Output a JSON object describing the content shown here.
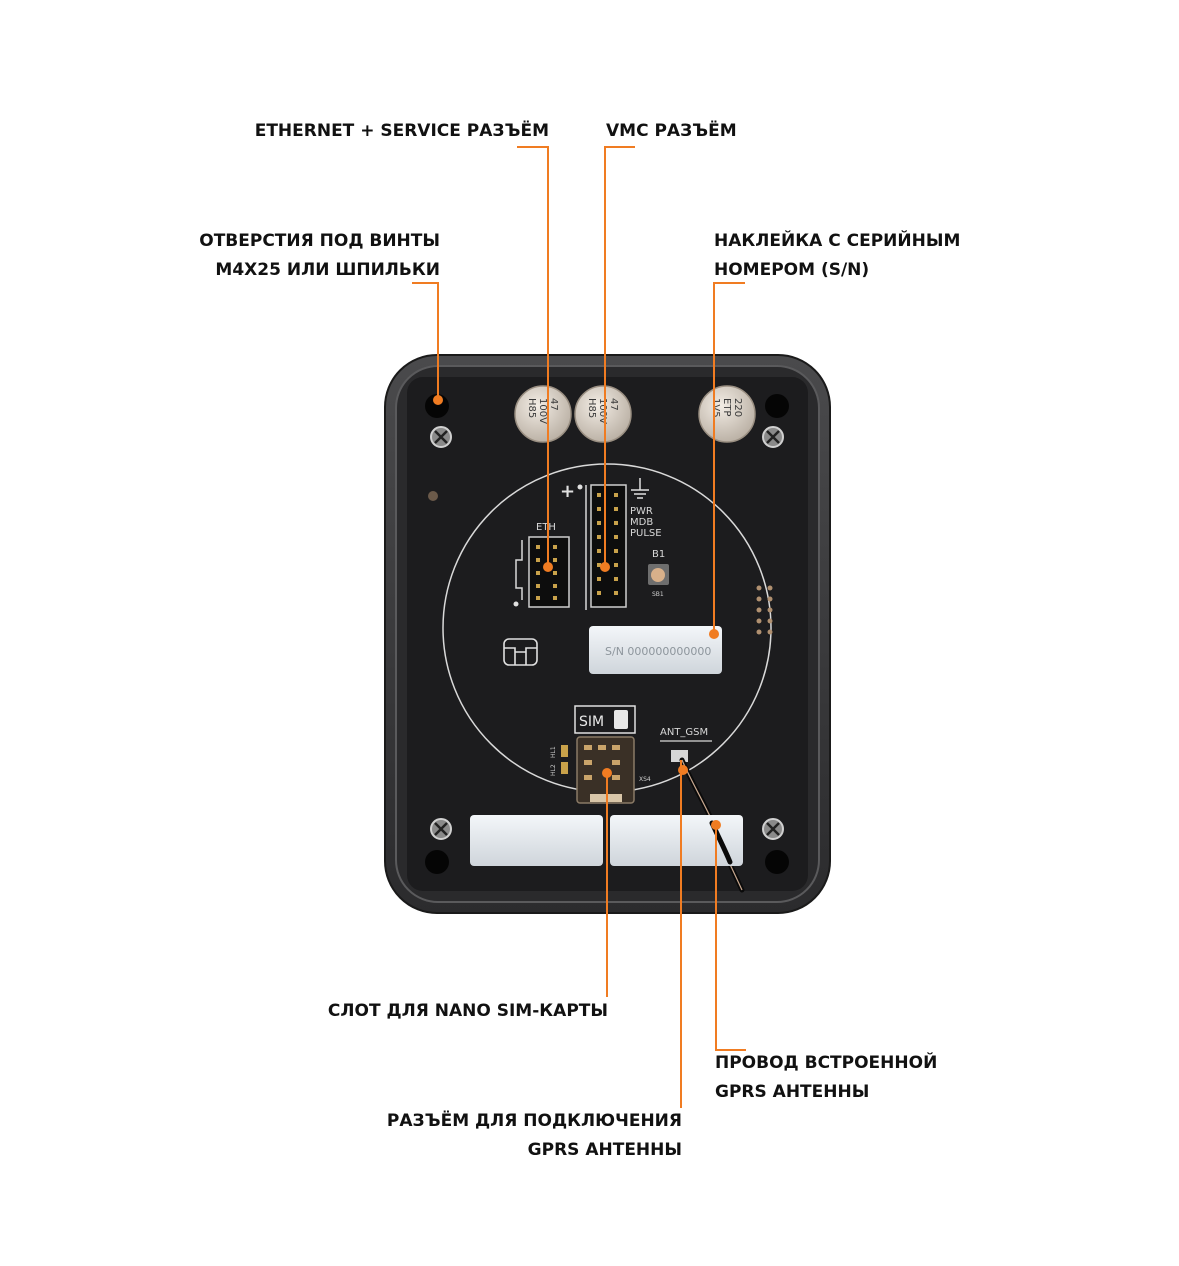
{
  "colors": {
    "accent": "#f07c22",
    "device_frame": "#3a3a3c",
    "device_panel": "#1d1d1f",
    "text": "#111111"
  },
  "callouts": {
    "ethernet": {
      "lines": [
        "ETHERNET + SERVICE РАЗЪЁМ"
      ]
    },
    "vmc": {
      "lines": [
        "VMC РАЗЪЁМ"
      ]
    },
    "holes": {
      "lines": [
        "ОТВЕРСТИЯ ПОД ВИНТЫ",
        "М4Х25 ИЛИ ШПИЛЬКИ"
      ]
    },
    "sticker": {
      "lines": [
        "НАКЛЕЙКА С СЕРИЙНЫМ",
        "НОМЕРОМ (S/N)"
      ]
    },
    "sim_slot": {
      "lines": [
        "СЛОТ ДЛЯ NANO SIM-КАРТЫ"
      ]
    },
    "antenna_wire": {
      "lines": [
        "ПРОВОД ВСТРОЕННОЙ",
        "GPRS АНТЕННЫ"
      ]
    },
    "antenna_connector": {
      "lines": [
        "РАЗЪЁМ ДЛЯ ПОДКЛЮЧЕНИЯ",
        "GPRS АНТЕННЫ"
      ]
    }
  },
  "board": {
    "cap1": [
      "47",
      "100V",
      "H85"
    ],
    "cap2": [
      "47",
      "100V",
      "H85"
    ],
    "cap3": [
      "220",
      "ETP",
      "1V5"
    ],
    "eth_label": "ETH",
    "vmc_labels": [
      "PWR",
      "MDB",
      "PULSE"
    ],
    "plus_sign": "+",
    "button_label": "B1",
    "button_sub": "SB1",
    "serial": "S/N 000000000000",
    "sim_label": "SIM",
    "ant_label": "ANT_GSM",
    "xs4": "XS4",
    "hl1": "HL1",
    "hl2": "HL2"
  }
}
